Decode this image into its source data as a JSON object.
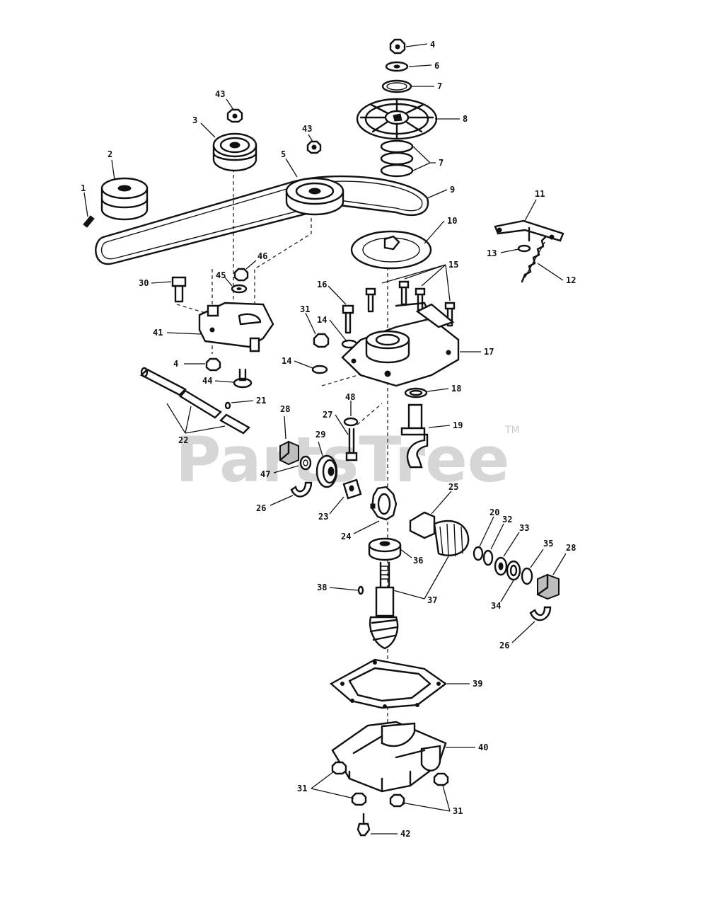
{
  "watermark": {
    "text": "PartsTree",
    "trademark": "TM"
  },
  "callouts": [
    {
      "id": "c4a",
      "label": "4"
    },
    {
      "id": "c6",
      "label": "6"
    },
    {
      "id": "c7a",
      "label": "7"
    },
    {
      "id": "c8",
      "label": "8"
    },
    {
      "id": "c7b",
      "label": "7"
    },
    {
      "id": "c9",
      "label": "9"
    },
    {
      "id": "c10",
      "label": "10"
    },
    {
      "id": "c11",
      "label": "11"
    },
    {
      "id": "c12",
      "label": "12"
    },
    {
      "id": "c13",
      "label": "13"
    },
    {
      "id": "c15",
      "label": "15"
    },
    {
      "id": "c16",
      "label": "16"
    },
    {
      "id": "c14a",
      "label": "14"
    },
    {
      "id": "c14b",
      "label": "14"
    },
    {
      "id": "c31a",
      "label": "31"
    },
    {
      "id": "c17",
      "label": "17"
    },
    {
      "id": "c18",
      "label": "18"
    },
    {
      "id": "c19",
      "label": "19"
    },
    {
      "id": "c43a",
      "label": "43"
    },
    {
      "id": "c43b",
      "label": "43"
    },
    {
      "id": "c3",
      "label": "3"
    },
    {
      "id": "c2",
      "label": "2"
    },
    {
      "id": "c1",
      "label": "1"
    },
    {
      "id": "c5",
      "label": "5"
    },
    {
      "id": "c46",
      "label": "46"
    },
    {
      "id": "c45",
      "label": "45"
    },
    {
      "id": "c30",
      "label": "30"
    },
    {
      "id": "c41",
      "label": "41"
    },
    {
      "id": "c4b",
      "label": "4"
    },
    {
      "id": "c44",
      "label": "44"
    },
    {
      "id": "c21",
      "label": "21"
    },
    {
      "id": "c22",
      "label": "22"
    },
    {
      "id": "c28a",
      "label": "28"
    },
    {
      "id": "c47",
      "label": "47"
    },
    {
      "id": "c29",
      "label": "29"
    },
    {
      "id": "c48",
      "label": "48"
    },
    {
      "id": "c27",
      "label": "27"
    },
    {
      "id": "c26a",
      "label": "26"
    },
    {
      "id": "c23",
      "label": "23"
    },
    {
      "id": "c24",
      "label": "24"
    },
    {
      "id": "c25",
      "label": "25"
    },
    {
      "id": "c36",
      "label": "36"
    },
    {
      "id": "c20",
      "label": "20"
    },
    {
      "id": "c32",
      "label": "32"
    },
    {
      "id": "c33",
      "label": "33"
    },
    {
      "id": "c35",
      "label": "35"
    },
    {
      "id": "c28b",
      "label": "28"
    },
    {
      "id": "c34",
      "label": "34"
    },
    {
      "id": "c38",
      "label": "38"
    },
    {
      "id": "c37",
      "label": "37"
    },
    {
      "id": "c26b",
      "label": "26"
    },
    {
      "id": "c39",
      "label": "39"
    },
    {
      "id": "c40",
      "label": "40"
    },
    {
      "id": "c31b",
      "label": "31"
    },
    {
      "id": "c31c",
      "label": "31"
    },
    {
      "id": "c42",
      "label": "42"
    }
  ]
}
